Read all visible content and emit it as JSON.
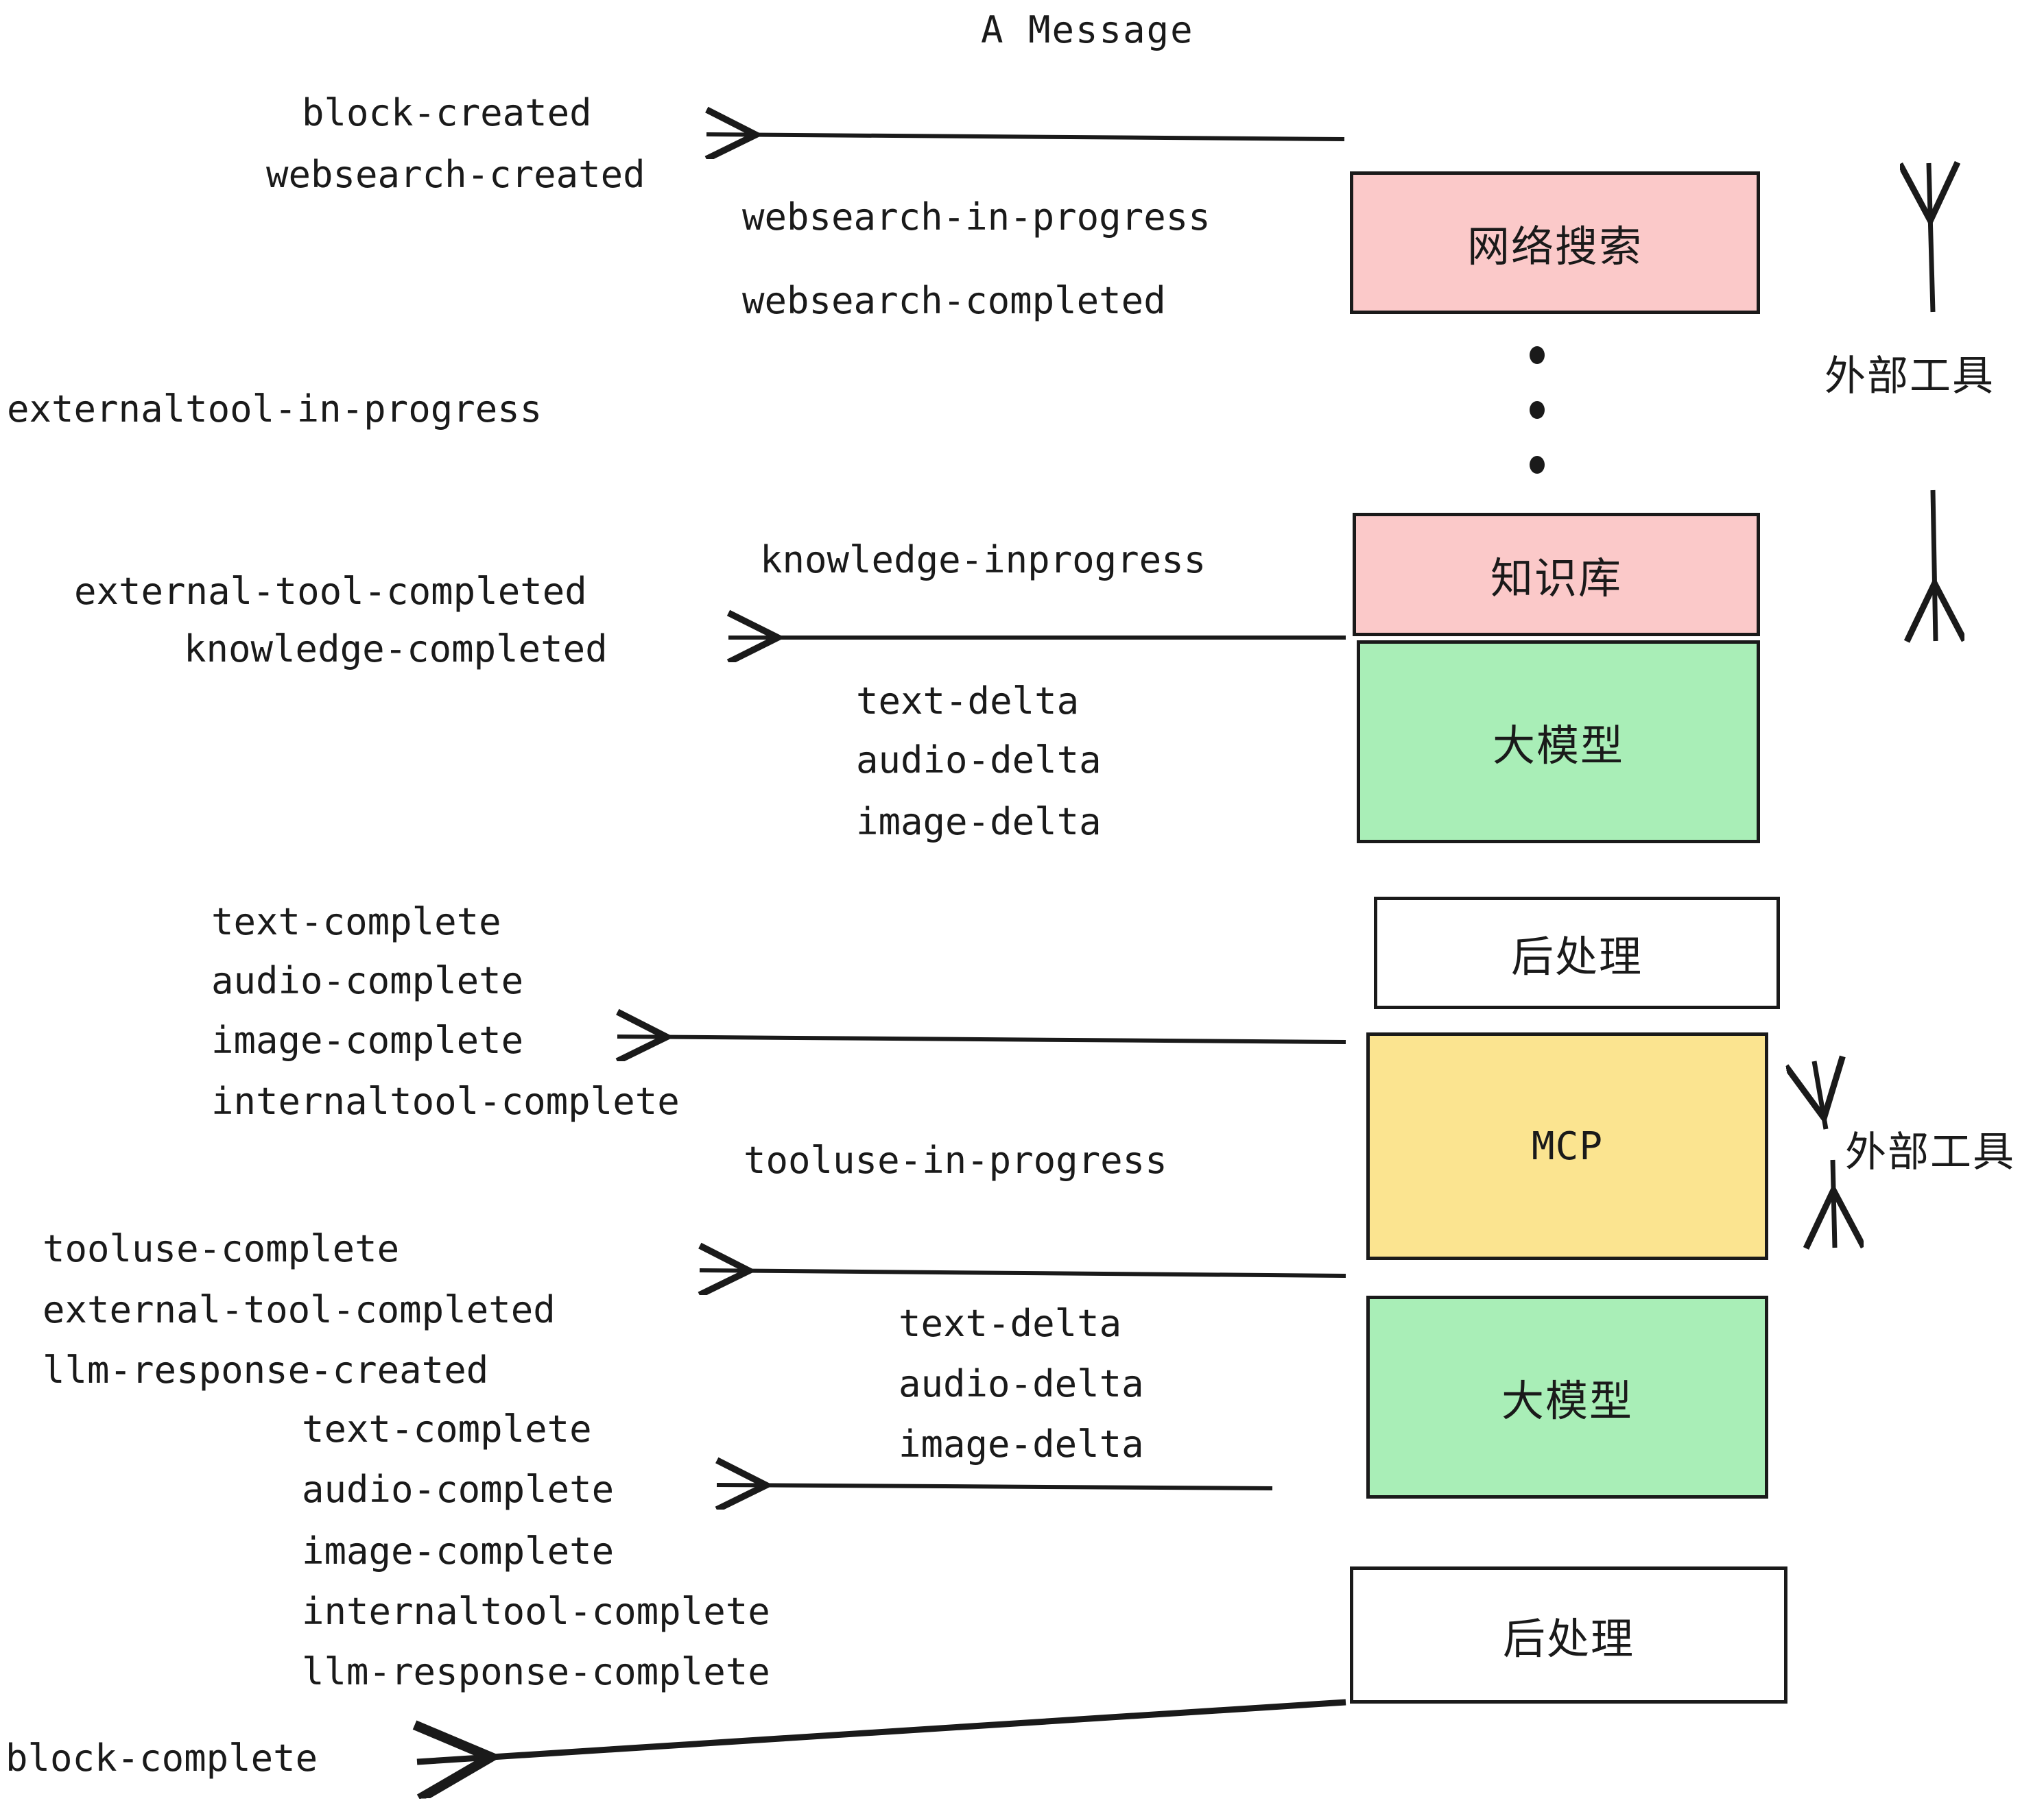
{
  "title": "A Message",
  "colors": {
    "pink": "#fbc9c9",
    "green": "#a9eeb7",
    "yellow": "#fbe490",
    "white": "#ffffff",
    "stroke": "#1a1a1a",
    "text": "#1a1a1a"
  },
  "boxes": [
    {
      "id": "websearch",
      "label": "网络搜索",
      "fill": "#fbc9c9"
    },
    {
      "id": "knowledge",
      "label": "知识库",
      "fill": "#fbc9c9"
    },
    {
      "id": "llm-1",
      "label": "大模型",
      "fill": "#a9eeb7"
    },
    {
      "id": "postprocess-1",
      "label": "后处理",
      "fill": "#ffffff"
    },
    {
      "id": "mcp",
      "label": "MCP",
      "fill": "#fbe490"
    },
    {
      "id": "llm-2",
      "label": "大模型",
      "fill": "#a9eeb7"
    },
    {
      "id": "postprocess-2",
      "label": "后处理",
      "fill": "#ffffff"
    }
  ],
  "side_labels": [
    {
      "id": "external-tools-top",
      "label": "外部工具"
    },
    {
      "id": "external-tools-bottom",
      "label": "外部工具"
    }
  ],
  "events": {
    "block_created": "block-created",
    "websearch_created": "websearch-created",
    "websearch_in_progress": "websearch-in-progress",
    "websearch_completed": "websearch-completed",
    "externaltool_in_progress": "externaltool-in-progress",
    "knowledge_inprogress": "knowledge-inprogress",
    "external_tool_completed_1": "external-tool-completed",
    "knowledge_completed": "knowledge-completed",
    "text_delta_1": "text-delta",
    "audio_delta_1": "audio-delta",
    "image_delta_1": "image-delta",
    "text_complete_1": "text-complete",
    "audio_complete_1": "audio-complete",
    "image_complete_1": "image-complete",
    "internaltool_complete_1": "internaltool-complete",
    "tooluse_in_progress": "tooluse-in-progress",
    "tooluse_complete": "tooluse-complete",
    "external_tool_completed_2": "external-tool-completed",
    "llm_response_created": "llm-response-created",
    "text_delta_2": "text-delta",
    "audio_delta_2": "audio-delta",
    "image_delta_2": "image-delta",
    "text_complete_2": "text-complete",
    "audio_complete_2": "audio-complete",
    "image_complete_2": "image-complete",
    "internaltool_complete_2": "internaltool-complete",
    "llm_response_complete": "llm-response-complete",
    "block_complete": "block-complete"
  }
}
